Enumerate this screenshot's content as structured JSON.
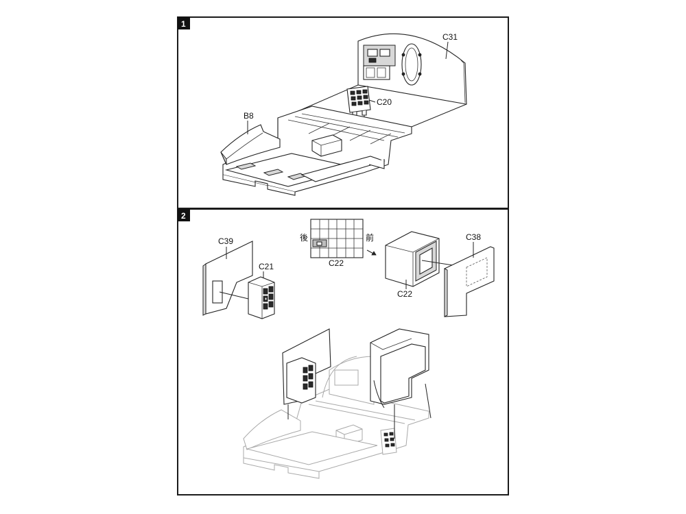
{
  "steps": [
    {
      "number": "1",
      "labels": {
        "c31": "C31",
        "c20": "C20",
        "b8": "B8"
      }
    },
    {
      "number": "2",
      "labels": {
        "c39": "C39",
        "c21": "C21",
        "c22_top": "C22",
        "c22": "C22",
        "c38": "C38"
      },
      "guide": {
        "rear": "後",
        "front": "前"
      }
    }
  ],
  "colors": {
    "line": "#222222",
    "shade": "#d8d8d8",
    "ghost": "#a8a8a8",
    "badge": "#111111"
  }
}
